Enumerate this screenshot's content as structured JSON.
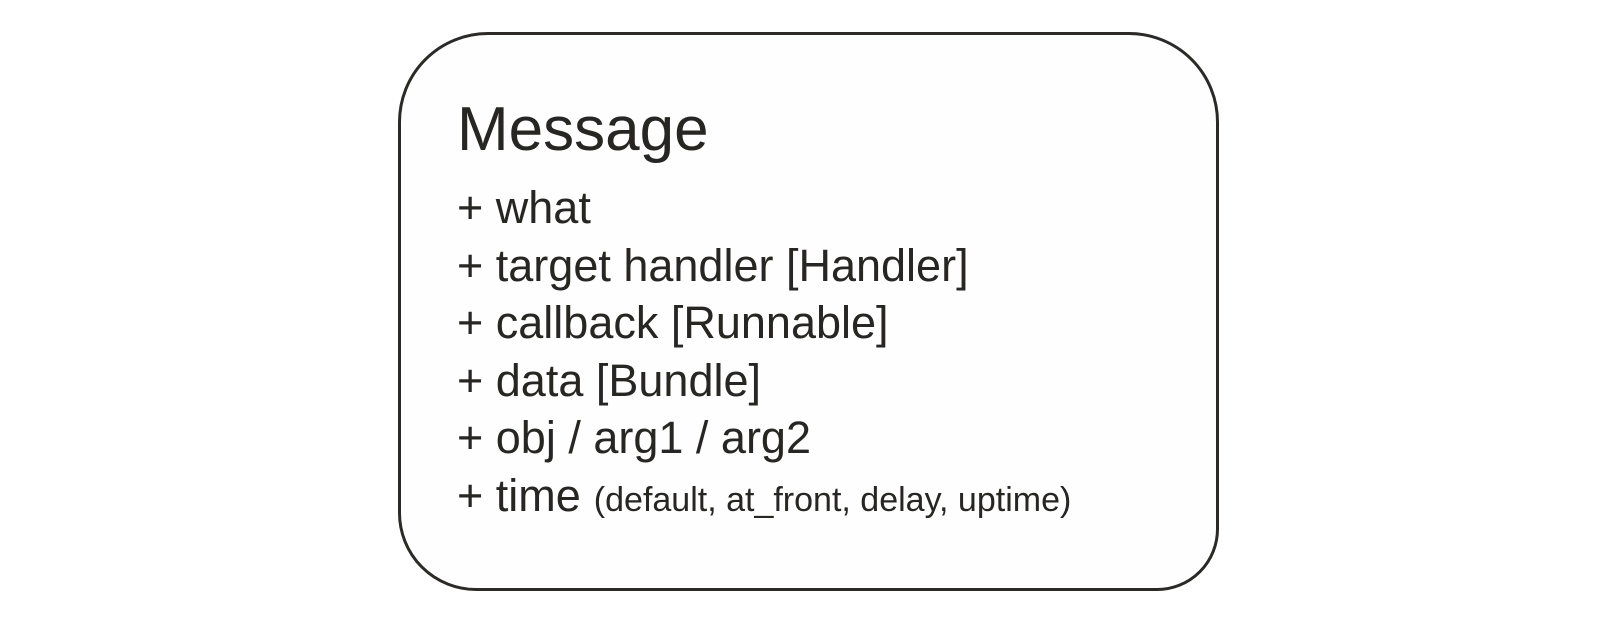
{
  "node": {
    "title": "Message",
    "attributes": [
      {
        "label": "+ what",
        "note": ""
      },
      {
        "label": "+ target handler [Handler]",
        "note": ""
      },
      {
        "label": "+ callback [Runnable]",
        "note": ""
      },
      {
        "label": "+ data [Bundle]",
        "note": ""
      },
      {
        "label": "+ obj / arg1 / arg2",
        "note": ""
      },
      {
        "label": "+ time",
        "note": "(default, at_front, delay, uptime)"
      }
    ]
  },
  "colors": {
    "background": "#ffffff",
    "node_background": "#fefefe",
    "border": "#2b2a26",
    "text": "#272623"
  }
}
